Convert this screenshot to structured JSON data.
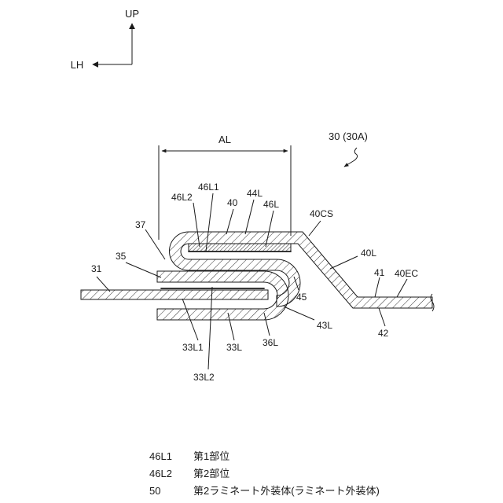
{
  "axes": {
    "up": "UP",
    "left": "LH"
  },
  "dimension": {
    "label": "AL"
  },
  "assembly_label": "30 (30A)",
  "labels": {
    "l31": "31",
    "l35": "35",
    "l37": "37",
    "l46L2": "46L2",
    "l46L1": "46L1",
    "l40": "40",
    "l44L": "44L",
    "l46L": "46L",
    "l40CS": "40CS",
    "l40L": "40L",
    "l41": "41",
    "l40EC": "40EC",
    "l42": "42",
    "l45": "45",
    "l43L": "43L",
    "l36L": "36L",
    "l33L": "33L",
    "l33L1": "33L1",
    "l33L2": "33L2"
  },
  "legend": [
    {
      "code": "46L1",
      "text": "第1部位"
    },
    {
      "code": "46L2",
      "text": "第2部位"
    },
    {
      "code": "50",
      "text": "第2ラミネート外装体(ラミネート外装体)"
    }
  ]
}
